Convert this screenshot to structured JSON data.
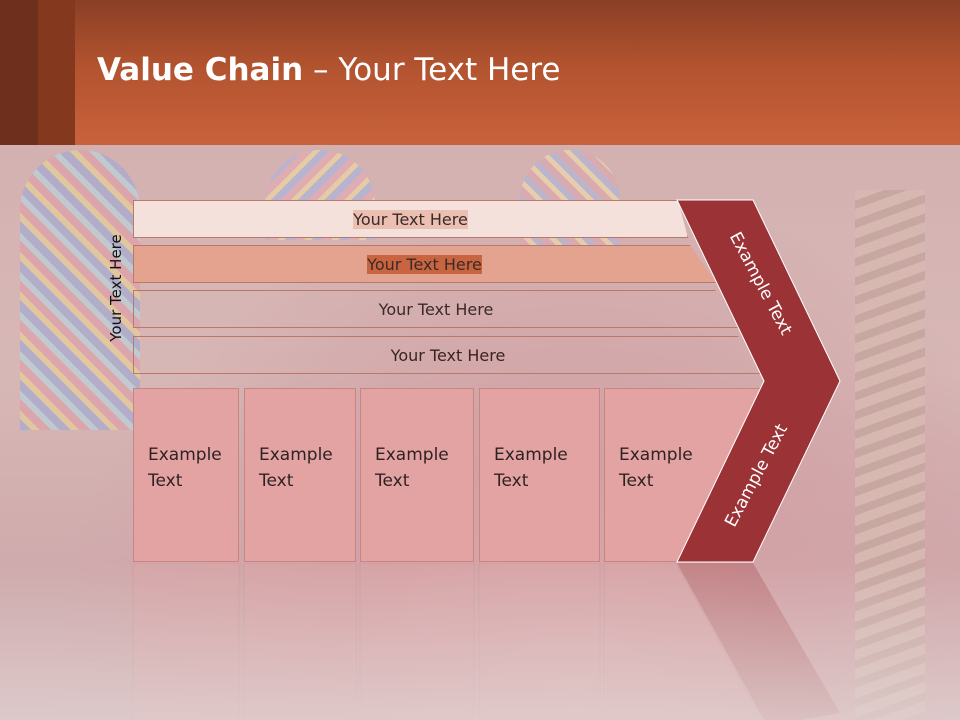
{
  "title": {
    "bold": "Value Chain",
    "rest": " – Your Text Here"
  },
  "side_label": "Your Text Here",
  "bars": [
    {
      "label": "Your Text Here",
      "color": "#f5e1dc"
    },
    {
      "label": "Your Text Here",
      "color": "#ebbfb2"
    },
    {
      "label": "Your Text Here",
      "color": "#e3a38e"
    },
    {
      "label": "Your Text Here",
      "color": "#c96440"
    }
  ],
  "cells": [
    {
      "line1": "Example",
      "line2": "Text"
    },
    {
      "line1": "Example",
      "line2": "Text"
    },
    {
      "line1": "Example",
      "line2": "Text"
    },
    {
      "line1": "Example",
      "line2": "Text"
    },
    {
      "line1": "Example",
      "line2": "Text"
    }
  ],
  "arrow": {
    "upper_label": "Example Text",
    "lower_label": "Example Text",
    "color": "#9b3236"
  },
  "colors": {
    "header": "#c0593a",
    "cell": "#e3a3a3"
  }
}
